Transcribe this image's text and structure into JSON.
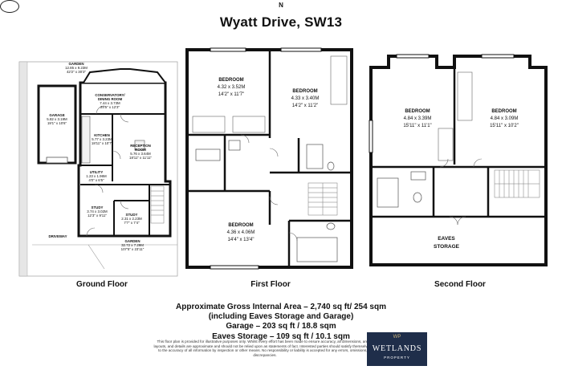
{
  "title": "Wyatt Drive, SW13",
  "compass_letter": "N",
  "floors": {
    "ground": "Ground Floor",
    "first": "First Floor",
    "second": "Second Floor"
  },
  "rooms": {
    "garden_top": {
      "name": "GARDEN",
      "dims": "12.85 x 9.23M",
      "imp": "42'2\" x 30'3\""
    },
    "conservatory": {
      "name": "CONSERVATORY/",
      "name2": "DINING ROOM",
      "dims": "7.44 x 3.73M",
      "imp": "24'5\" x 12'3\""
    },
    "garage_room": {
      "name": "GARAGE",
      "dims": "5.82 x 3.19M",
      "imp": "19'1\" x 10'6\""
    },
    "kitchen": {
      "name": "KITCHEN",
      "dims": "5.77 x 3.23M",
      "imp": "18'11\" x 10'7\""
    },
    "reception": {
      "name": "RECEPTION",
      "name2": "ROOM",
      "dims": "5.76 x 3.64M",
      "imp": "18'11\" x 11'11\""
    },
    "utility": {
      "name": "UTILITY",
      "dims": "1.23 x 1.96M",
      "imp": "4'0\" x 6'5\""
    },
    "study1": {
      "name": "STUDY",
      "dims": "3.74 x 3.02M",
      "imp": "12'3\" x 9'11\""
    },
    "study2": {
      "name": "STUDY",
      "dims": "2.31 x 2.23M",
      "imp": "7'7\" x 7'4\""
    },
    "driveway": {
      "name": "DRIVEWAY"
    },
    "garden_bottom": {
      "name": "GARDEN",
      "dims": "32.72 x 7.29M",
      "imp": "107'5\" x 23'11\""
    },
    "bed1": {
      "name": "BEDROOM",
      "dims": "4.32 x 3.52M",
      "imp": "14'2\" x 11'7\""
    },
    "bed2": {
      "name": "BEDROOM",
      "dims": "4.33 x 3.40M",
      "imp": "14'2\" x 11'2\""
    },
    "bed3": {
      "name": "BEDROOM",
      "dims": "4.36 x 4.06M",
      "imp": "14'4\" x 13'4\""
    },
    "bed4": {
      "name": "BEDROOM",
      "dims": "4.84 x 3.39M",
      "imp": "15'11\" x 11'1\""
    },
    "bed5": {
      "name": "BEDROOM",
      "dims": "4.84 x 3.09M",
      "imp": "15'11\" x 10'2\""
    },
    "eaves": {
      "name": "EAVES",
      "name2": "STORAGE"
    }
  },
  "area": {
    "line1": "Approximate Gross  Internal Area – 2,740 sq ft/ 254 sqm",
    "line2": "(including Eaves Storage and Garage)",
    "line3": "Garage – 203 sq ft / 18.8 sqm",
    "line4": "Eaves Storage – 109 sq ft / 10.1 sqm"
  },
  "disclaimer": "This floor plan is provided for illustrative purposes only. Whilst every effort has been made to ensure accuracy, all dimensions, areas, layouts, and details are approximate and should not be relied upon as statements of fact. Interested parties should satisfy themselves as to the accuracy of all information by inspection or other means. No responsibility or liability is accepted for any errors, omissions, or discrepancies.",
  "logo": {
    "monogram": "WP",
    "name": "WETLANDS",
    "sub": "PROPERTY"
  }
}
